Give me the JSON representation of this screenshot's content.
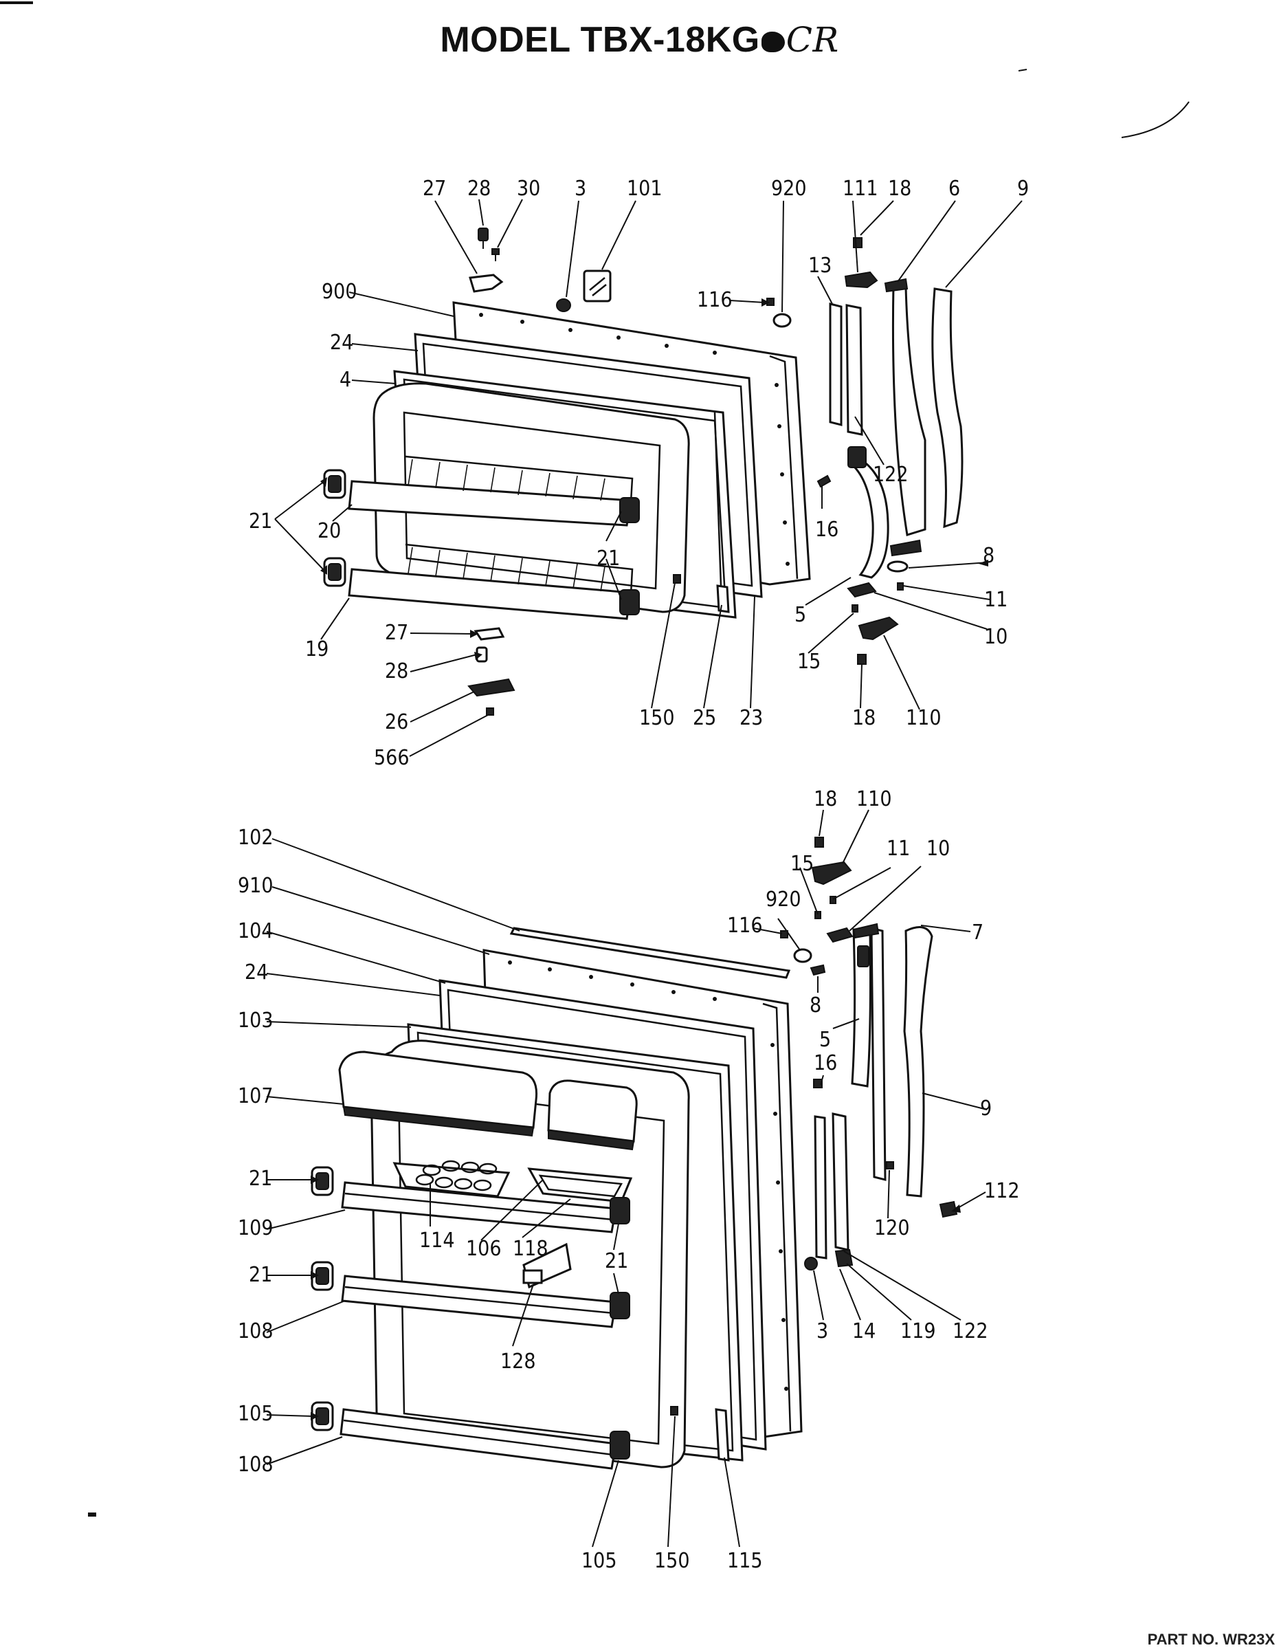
{
  "title": {
    "printed": "MODEL TBX-18KG",
    "handwritten": "CR"
  },
  "freezer_door_labels": [
    "27",
    "28",
    "30",
    "3",
    "101",
    "920",
    "111",
    "18",
    "6",
    "9",
    "900",
    "116",
    "13",
    "24",
    "4",
    "122",
    "21",
    "20",
    "16",
    "8",
    "21",
    "5",
    "11",
    "10",
    "19",
    "27",
    "15",
    "28",
    "26",
    "566",
    "150",
    "25",
    "23",
    "18",
    "110"
  ],
  "fresh_food_door_labels": [
    "18",
    "110",
    "102",
    "15",
    "11",
    "10",
    "910",
    "920",
    "116",
    "7",
    "104",
    "8",
    "24",
    "103",
    "5",
    "16",
    "107",
    "9",
    "21",
    "112",
    "114",
    "106",
    "118",
    "21",
    "120",
    "109",
    "21",
    "108",
    "128",
    "3",
    "14",
    "119",
    "122",
    "105",
    "108",
    "105",
    "150",
    "115"
  ],
  "footer_text": "PART NO. WR23X"
}
